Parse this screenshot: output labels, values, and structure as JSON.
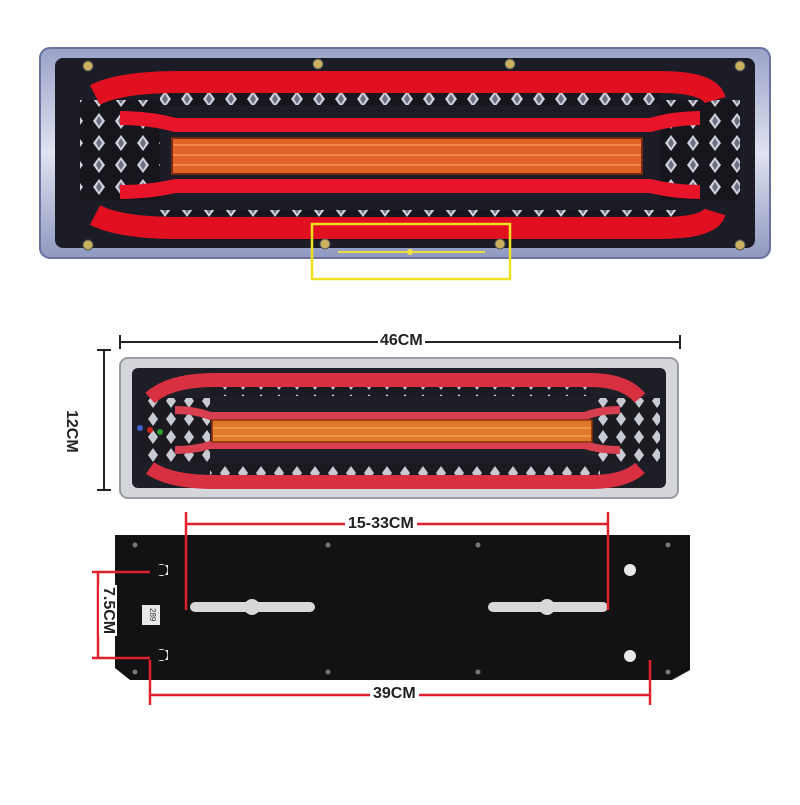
{
  "product": {
    "name_icon": "truck-tail-light"
  },
  "dimensions": {
    "overall_width": "46CM",
    "overall_height": "12CM",
    "bracket_slot_range": "15-33CM",
    "bracket_slot_spacing": "7.5CM",
    "bracket_length": "39CM"
  },
  "bracket": {
    "sticker_text": "289"
  },
  "colors": {
    "dimension_line_red": "#e0202a",
    "dimension_line_dark": "#222222",
    "highlight_box": "#f0e020",
    "amber": "#f08020",
    "lamp_red": "#e01020"
  }
}
